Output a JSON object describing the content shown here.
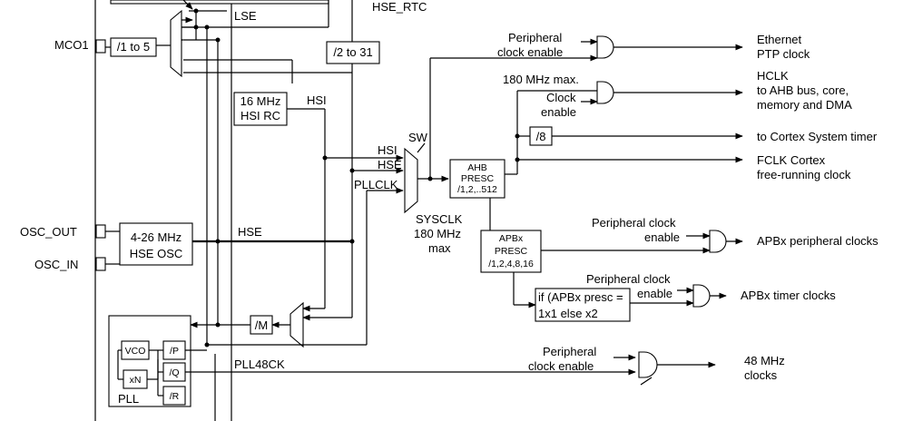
{
  "labels": {
    "lse": "LSE",
    "hse_rtc": "HSE_RTC",
    "mco1": "MCO1",
    "div_1to5": "/1 to 5",
    "div_2to31": "/2 to 31",
    "hsi_rc_line1": "16 MHz",
    "hsi_rc_line2": "HSI RC",
    "hsi": "HSI",
    "hsi_mux": "HSI",
    "hse_mux": "HSE",
    "pllclk": "PLLCLK",
    "sw": "SW",
    "sysclk_line1": "SYSCLK",
    "sysclk_line2": "180 MHz",
    "sysclk_line3": "max",
    "osc_out": "OSC_OUT",
    "osc_in": "OSC_IN",
    "hse_osc_line1": "4-26 MHz",
    "hse_osc_line2": "HSE OSC",
    "hse_bus": "HSE",
    "div_m": "/M",
    "vco": "VCO",
    "xn": "xN",
    "div_p": "/P",
    "div_q": "/Q",
    "div_r": "/R",
    "pll": "PLL",
    "pll48ck": "PLL48CK",
    "ahb_line1": "AHB",
    "ahb_line2": "PRESC",
    "ahb_line3": "/1,2,..512",
    "apb_line1": "APBx",
    "apb_line2": "PRESC",
    "apb_line3": "/1,2,4,8,16",
    "max180": "180 MHz max.",
    "clock_enable_line1": "Clock",
    "clock_enable_line2": "enable",
    "div8": "/8",
    "pce_eth_line1": "Peripheral",
    "pce_eth_line2": "clock enable",
    "pce_apb_line1": "Peripheral clock",
    "pce_apb_line2": "enable",
    "pce_tim_line1": "Peripheral clock",
    "pce_tim_line2": "enable",
    "pce_48_line1": "Peripheral",
    "pce_48_line2": "clock enable",
    "apb_timer_line1": "if (APBx presc =",
    "apb_timer_line2": "1x1 else x2"
  },
  "outputs": {
    "eth_line1": "Ethernet",
    "eth_line2": "PTP clock",
    "hclk_line1": "HCLK",
    "hclk_line2": "to AHB bus, core,",
    "hclk_line3": "memory and DMA",
    "cortex_timer": "to Cortex System timer",
    "fclk_line1": "FCLK Cortex",
    "fclk_line2": "free-running clock",
    "apb_periph": "APBx peripheral clocks",
    "apb_timer": "APBx timer clocks",
    "mhz48_line1": "48 MHz",
    "mhz48_line2": "clocks"
  }
}
